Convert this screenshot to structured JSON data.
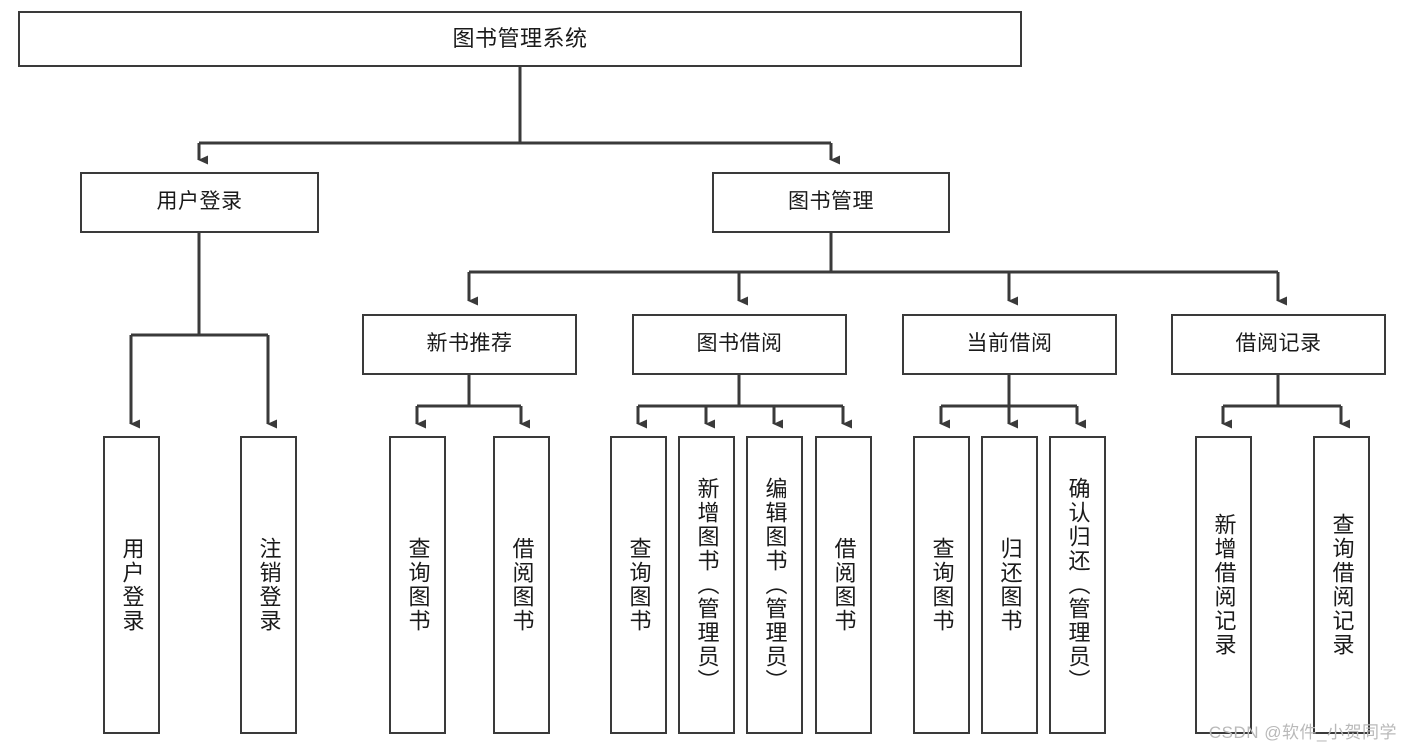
{
  "diagram": {
    "title": "图书管理系统",
    "type": "tree",
    "colors": {
      "box_border": "#3a3a3a",
      "box_fill": "#ffffff",
      "connector": "#3a3a3a",
      "text": "#1a1a1a",
      "watermark": "#b9b9b9",
      "background": "#ffffff"
    },
    "nodes": {
      "root": {
        "label": "图书管理系统"
      },
      "level2": [
        {
          "label": "用户登录"
        },
        {
          "label": "图书管理"
        }
      ],
      "level3": [
        {
          "label": "新书推荐"
        },
        {
          "label": "图书借阅"
        },
        {
          "label": "当前借阅"
        },
        {
          "label": "借阅记录"
        }
      ],
      "leaves": {
        "user_login": [
          {
            "label": "用户登录"
          },
          {
            "label": "注销登录"
          }
        ],
        "new_book_recommend": [
          {
            "label": "查询图书"
          },
          {
            "label": "借阅图书"
          }
        ],
        "book_borrow": [
          {
            "label": "查询图书"
          },
          {
            "label": "新增图书（管理员）"
          },
          {
            "label": "编辑图书（管理员）"
          },
          {
            "label": "借阅图书"
          }
        ],
        "current_borrow": [
          {
            "label": "查询图书"
          },
          {
            "label": "归还图书"
          },
          {
            "label": "确认归还（管理员）"
          }
        ],
        "borrow_record": [
          {
            "label": "新增借阅记录"
          },
          {
            "label": "查询借阅记录"
          }
        ]
      }
    },
    "watermark": "CSDN @软件_小贺同学"
  },
  "chart_data": {
    "type": "table",
    "title": "图书管理系统",
    "hierarchy": [
      {
        "label": "图书管理系统",
        "children": [
          {
            "label": "用户登录",
            "children": [
              {
                "label": "用户登录"
              },
              {
                "label": "注销登录"
              }
            ]
          },
          {
            "label": "图书管理",
            "children": [
              {
                "label": "新书推荐",
                "children": [
                  {
                    "label": "查询图书"
                  },
                  {
                    "label": "借阅图书"
                  }
                ]
              },
              {
                "label": "图书借阅",
                "children": [
                  {
                    "label": "查询图书"
                  },
                  {
                    "label": "新增图书（管理员）"
                  },
                  {
                    "label": "编辑图书（管理员）"
                  },
                  {
                    "label": "借阅图书"
                  }
                ]
              },
              {
                "label": "当前借阅",
                "children": [
                  {
                    "label": "查询图书"
                  },
                  {
                    "label": "归还图书"
                  },
                  {
                    "label": "确认归还（管理员）"
                  }
                ]
              },
              {
                "label": "借阅记录",
                "children": [
                  {
                    "label": "新增借阅记录"
                  },
                  {
                    "label": "查询借阅记录"
                  }
                ]
              }
            ]
          }
        ]
      }
    ]
  }
}
